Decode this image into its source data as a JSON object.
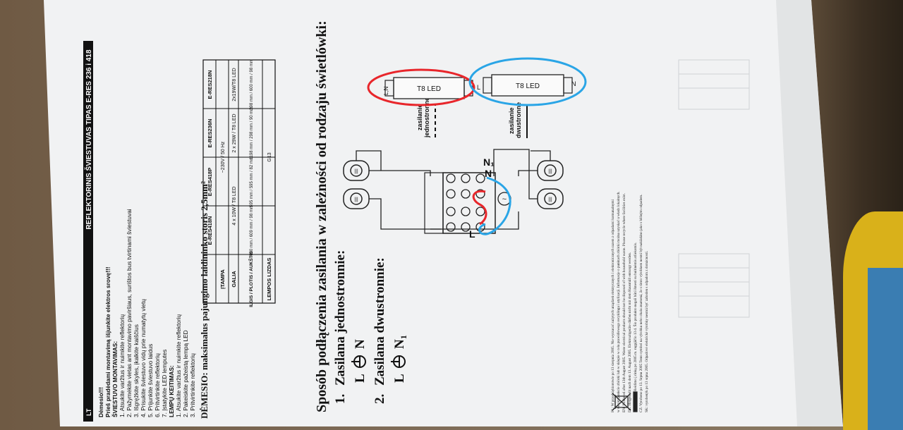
{
  "lt": {
    "header": "REFLEKTORINIS ŠVIESTUVAS TIPAS E-RES 236 i 418",
    "lang": "LT",
    "intro_lines": [
      "Dėmesio!!!",
      "Prieš pradėdami montavimą išjunkite elektros srovę!!!",
      "ŠVIESTUVO MONTAVIMAS:",
      "1.   Atsukite varžtus ir nuimkite reflektorių",
      "2.   Pažymėkite vietas ant montavimo paviršiaus, surištos bus tvirtinami šviestuvai",
      "3.   Išgręžkite skyles, įkalkite kaiščius",
      "4.   Prisukite šviestuvo vidų prie numatytų vietų",
      "5.   Prijunkite šviestuvo laidus",
      "6.   Pritvirtinkite reflektorių",
      "7.   Įstatykite LED lemputes",
      "LEMPŲ KEITIMAS:",
      "1.   Atsukite varžtus ir nuimkite reflektorių",
      "2.   Pakeiskite pažeistą lempą LED",
      "3.   Pritvirtinkite reflektorių"
    ],
    "demesio": "DĖMESIO: maksimalus pajungimo laidininko storis 2,5mm²"
  },
  "spec_table": {
    "headers": [
      "",
      "E-RES418N",
      "E-RES418P",
      "E-RES236N",
      "E-RES218N"
    ],
    "rows": [
      [
        "ĮTAMPA",
        "~230V / 50 Hz",
        "",
        "",
        ""
      ],
      [
        "GALIA",
        "4 x 10W / T8 LED",
        "",
        "2 x 29W / T8 LED",
        "2x19W/T8 LED"
      ],
      [
        "ILGIS / PLOTIS / AUKŠTIS",
        "600 mm / 609 mm / 98 mm",
        "595 mm / 595 mm / 82 mm",
        "1198 mm / 298 mm / 90 mm",
        "298 mm / 600 mm / 98 mm"
      ],
      [
        "LEMPOS LIZDAS",
        "",
        "",
        "G13",
        ""
      ]
    ]
  },
  "pl": {
    "heading": "Sposób podłączenia zasilania w zależności od rodzaju świetlówki:",
    "item1_num": "1.",
    "item1": "Zasilana jednostronnie:",
    "item1_formula_l": "L",
    "item1_formula_n": "N",
    "item2_num": "2.",
    "item2": "Zasilana dwustronnie:",
    "item2_formula_l": "L",
    "item2_formula_n": "N",
    "item2_formula_sub": "1"
  },
  "diagram": {
    "tube1": "T8 LED",
    "tube2": "T8 LED",
    "tube1_left_label": "L,N",
    "tube2_left_label": "L",
    "tube2_right_label": "N",
    "label_one_sided_1": "zasilanie",
    "label_one_sided_2": "jednostronne",
    "label_two_sided_1": "zasilanie",
    "label_two_sided_2": "dwustronne",
    "terminal_labels": [
      "L",
      "N",
      "N₁"
    ],
    "colors": {
      "red": "#e8262b",
      "blue": "#2aa5e6"
    }
  },
  "footer": {
    "lines": [
      "PL: W przedsiębiorstwie po 13 sierpnia 2005. Nie wyrzucać zużytych urządzeń elektrycznych i elektronicznych razem z odpadami komunalnymi",
      "w swoim punkcie zbiórki lub w sklepie w celu prawidłowego recyklingu i utylizacji. Informacje o punktach zbiórki można uzyskać u władz lokalnych.",
      "EN: Produced after 13th August 2005. Waste electrical products should not be disposed of with household waste. Please recycle where facilities exist.",
      "DE: Hergestellt nach dem 13. August 2005. Elektroaltgeräte dürfen nicht mit dem Hausmüll entsorgt werden.",
      "LT: Produkto išleidimo į rinką po 2005 m. rugpjūčio 13 d. Šio produkto negali būti išmesti su buitinėmis atliekomis.",
      "CZ: Vyrobeno po 13. Srpnu 2005 Tento symbol na výrobku nebo obalu znamená, že s tímto výrobkem nesmí být nakládáno jako s běžným odpadem.",
      "SK: vyrobenýk po 13 srpna 2005. Odpadové elektrické výrobky nesmú byť zahoden s odpadom z domácností."
    ]
  }
}
